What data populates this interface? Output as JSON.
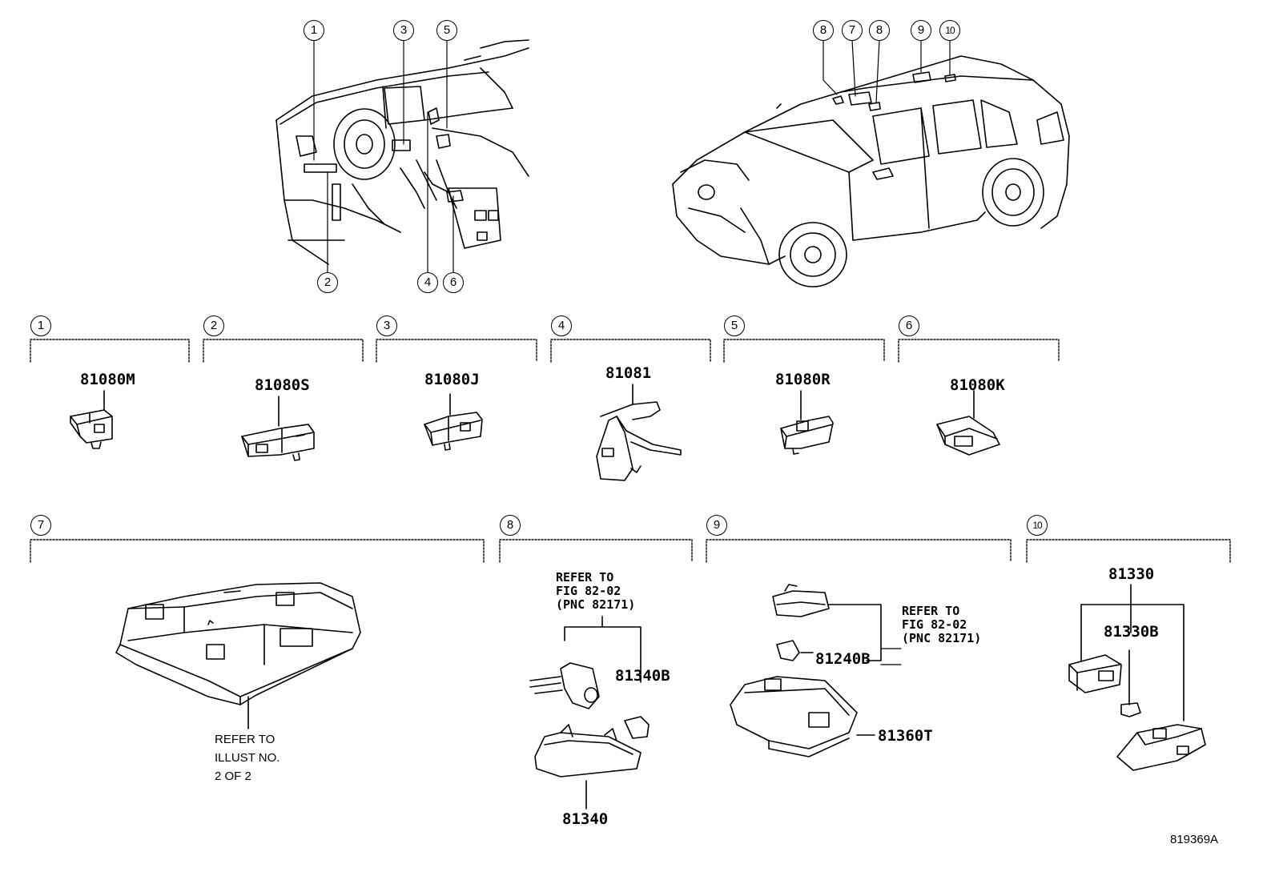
{
  "callouts": {
    "c1": "1",
    "c2": "2",
    "c3": "3",
    "c4": "4",
    "c5": "5",
    "c6": "6",
    "c7": "7",
    "c8": "8",
    "c9": "9",
    "c10": "10"
  },
  "sections": [
    {
      "callout": "1",
      "part": "81080M"
    },
    {
      "callout": "2",
      "part": "81080S"
    },
    {
      "callout": "3",
      "part": "81080J"
    },
    {
      "callout": "4",
      "part": "81081"
    },
    {
      "callout": "5",
      "part": "81080R"
    },
    {
      "callout": "6",
      "part": "81080K"
    },
    {
      "callout": "7",
      "note": [
        "REFER TO",
        "ILLUST NO.",
        "2 OF 2"
      ]
    },
    {
      "callout": "8",
      "note": [
        "REFER TO",
        "FIG 82-02",
        "(PNC 82171)"
      ],
      "parts": [
        "81340B",
        "81340"
      ]
    },
    {
      "callout": "9",
      "note": [
        "REFER TO",
        "FIG 82-02",
        "(PNC 82171)"
      ],
      "parts": [
        "81240B",
        "81360T"
      ]
    },
    {
      "callout": "10",
      "parts": [
        "81330",
        "81330B"
      ]
    }
  ],
  "illustration_id": "819369A"
}
